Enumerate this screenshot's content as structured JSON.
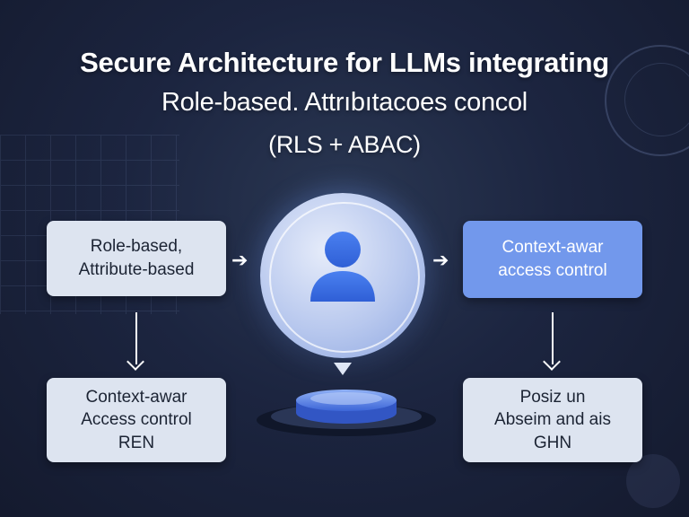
{
  "title": {
    "line1": "Secure Architecture for LLMs integrating",
    "line2": "Role-based. Attrıbıtacoes concol",
    "line3": "(RLS + ABAC)"
  },
  "boxes": {
    "top_left": {
      "line1": "Role-based,",
      "line2": "Attribute-based"
    },
    "top_right": {
      "line1": "Context-awar",
      "line2": "access control"
    },
    "bottom_left": {
      "line1": "Context-awar",
      "line2": "Access control",
      "line3": "REN"
    },
    "bottom_right": {
      "line1": "Posiz un",
      "line2": "Abseim and ais",
      "line3": "GHN"
    }
  },
  "arrows": {
    "right": "➔"
  },
  "icons": {
    "center": "user-icon",
    "pedestal": "pedestal-platform"
  },
  "colors": {
    "background": "#1c2540",
    "box_light": "#dde4f0",
    "box_blue": "#7298ec",
    "accent": "#3b6fe0"
  }
}
